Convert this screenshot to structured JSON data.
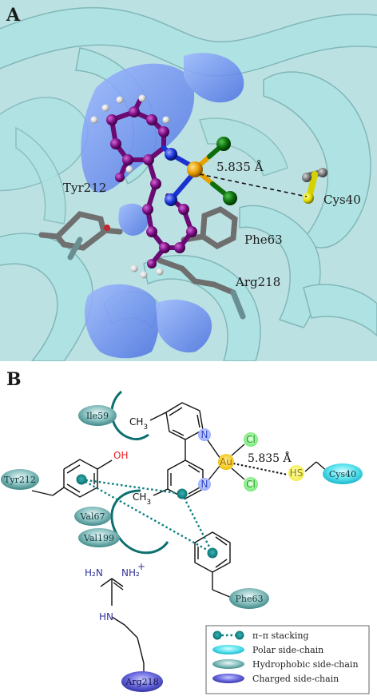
{
  "panel_a": {
    "label": "A",
    "residues": {
      "tyr": "Tyr212",
      "cys": "Cys40",
      "phe": "Phe63",
      "arg": "Arg218"
    },
    "distance": "5.835 Å"
  },
  "panel_b": {
    "label": "B",
    "residues": {
      "ile59": "Ile59",
      "tyr212": "Tyr212",
      "val67": "Val67",
      "val199": "Val199",
      "cys40": "Cys40",
      "phe63": "Phe63",
      "arg218": "Arg218"
    },
    "atoms": {
      "au": "Au",
      "cl": "Cl",
      "n": "N",
      "hs": "HS",
      "oh": "OH",
      "methyl": "CH",
      "methyl_sub": "3",
      "h": "H",
      "hn": "HN",
      "h2n": "H₂N",
      "nh2": "NH₂",
      "plus": "+"
    },
    "distance": "5.835 Å",
    "legend": [
      {
        "key": "pi",
        "label": "π–π stacking"
      },
      {
        "key": "polar",
        "label": "Polar side-chain"
      },
      {
        "key": "hydrophobic",
        "label": "Hydrophobic side-chain"
      },
      {
        "key": "charged",
        "label": "Charged side-chain"
      }
    ],
    "colors": {
      "polar": "#22d3e6",
      "hydrophobic": "#5fa6a6",
      "charged": "#4646c8",
      "pi": "#0e7f7f",
      "gold": "#f3c000",
      "cl": "#66ee66",
      "n": "#6e8cff",
      "o": "#ff2a2a"
    }
  }
}
